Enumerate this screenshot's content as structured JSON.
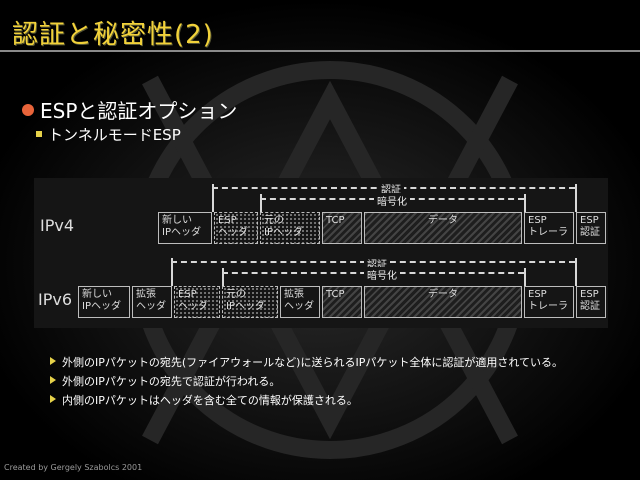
{
  "slide": {
    "title": "認証と秘密性(2)",
    "bullet_main": "ESPと認証オプション",
    "bullet_sub": "トンネルモードESP",
    "credit": "Created by Gergely Szabolcs 2001"
  },
  "diagram": {
    "ipv4": {
      "label": "IPv4",
      "auth_label": "認証",
      "enc_label": "暗号化",
      "cells": [
        "新しい\nIPヘッダ",
        "ESP\nヘッダ",
        "元の\nIPヘッダ",
        "TCP",
        "データ",
        "ESP\nトレーラ",
        "ESP\n認証"
      ]
    },
    "ipv6": {
      "label": "IPv6",
      "auth_label": "認証",
      "enc_label": "暗号化",
      "cells": [
        "新しい\nIPヘッダ",
        "拡張\nヘッダ",
        "ESP\nヘッダ",
        "元の\nIPヘッダ",
        "拡張\nヘッダ",
        "TCP",
        "データ",
        "ESP\nトレーラ",
        "ESP\n認証"
      ]
    }
  },
  "notes": [
    "外側のIPパケットの宛先(ファイアウォールなど)に送られるIPパケット全体に認証が適用されている。",
    "外側のIPパケットの宛先で認証が行われる。",
    "内側のIPパケットはヘッダを含む全ての情報が保護される。"
  ],
  "colors": {
    "title": "#f2d23a",
    "accent": "#e8643a",
    "bullet": "#e6d24a",
    "background": "#000000"
  }
}
